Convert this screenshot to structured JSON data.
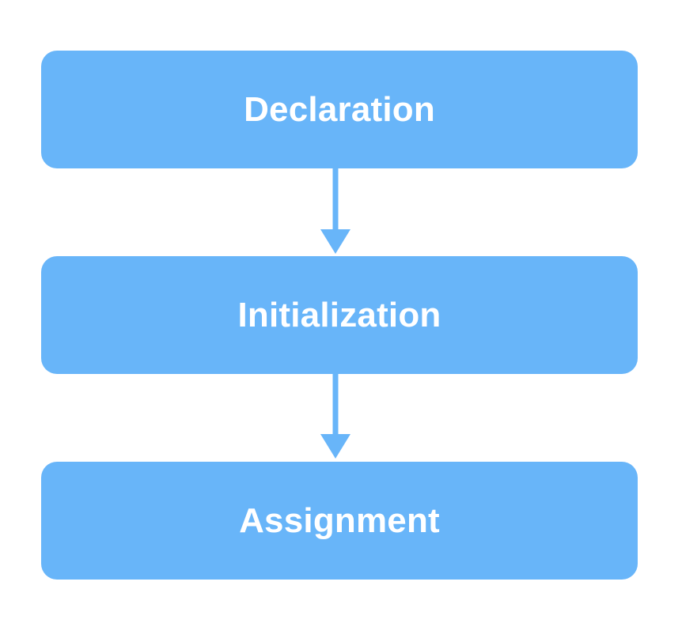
{
  "diagram": {
    "steps": [
      {
        "label": "Declaration"
      },
      {
        "label": "Initialization"
      },
      {
        "label": "Assignment"
      }
    ],
    "colors": {
      "box_fill": "#68b5f9",
      "label_text": "#ffffff",
      "arrow": "#68b5f9",
      "background": "#ffffff"
    },
    "connectors": [
      {
        "from": "Declaration",
        "to": "Initialization"
      },
      {
        "from": "Initialization",
        "to": "Assignment"
      }
    ]
  }
}
